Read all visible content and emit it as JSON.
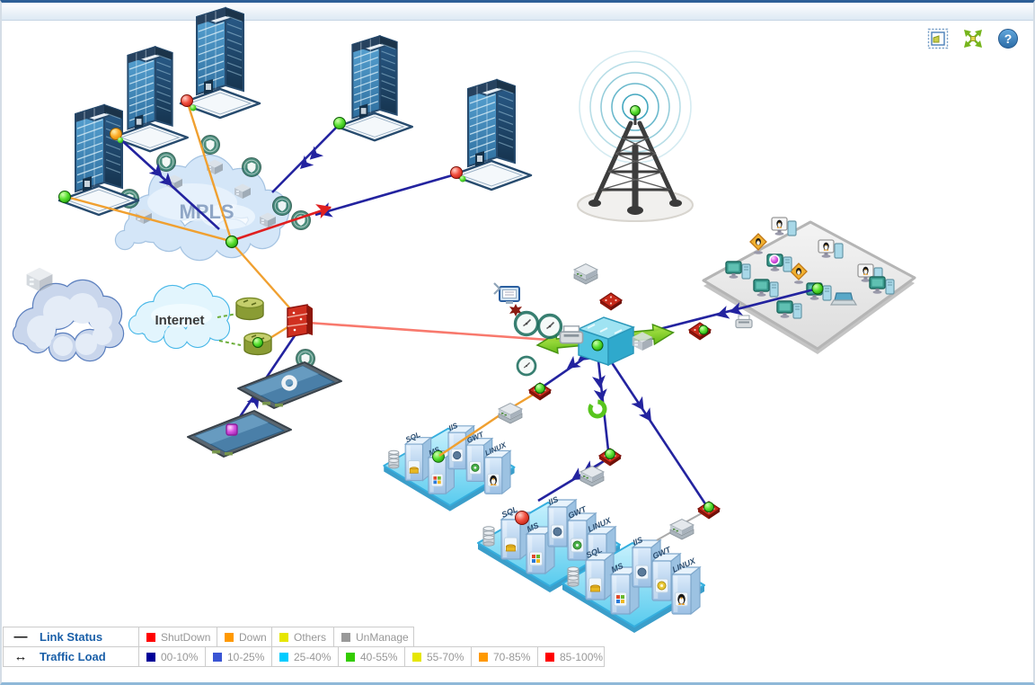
{
  "toolbar": {
    "icons": [
      {
        "name": "overview-map"
      },
      {
        "name": "fit-to-window"
      },
      {
        "name": "help"
      }
    ],
    "help_glyph": "?"
  },
  "map": {
    "mpls_label": "MPLS",
    "internet_label": "Internet",
    "server_platforms": [
      {
        "servers": [
          "SQL",
          "MS",
          "IIS",
          "GWT",
          "LINUX"
        ]
      },
      {
        "servers": [
          "SQL",
          "MS",
          "IIS",
          "GWT",
          "LINUX"
        ]
      },
      {
        "servers": [
          "SQL",
          "MS",
          "IIS",
          "GWT",
          "LINUX"
        ]
      }
    ],
    "link_colors": {
      "traffic_low_navy": "#23239f",
      "down_orange": "#f0a030",
      "shutdown_salmon": "#f8796d",
      "high_red": "#e02020",
      "unmanaged_gray": "#aaaaaa",
      "wireless_dashed_green": "#6cae3a"
    },
    "status_colors": {
      "clear_green": "#2ecc1f",
      "attention_orange": "#ffaa00",
      "critical_red": "#e02020",
      "maintenance_purple": "#c83ad0"
    }
  },
  "legend": {
    "link_status": {
      "icon": "—",
      "title": "Link Status",
      "items": [
        {
          "label": "ShutDown",
          "color": "#ff0000"
        },
        {
          "label": "Down",
          "color": "#ff9900"
        },
        {
          "label": "Others",
          "color": "#e6e600"
        },
        {
          "label": "UnManage",
          "color": "#999999"
        }
      ]
    },
    "traffic_load": {
      "icon": "↔",
      "title": "Traffic Load",
      "items": [
        {
          "label": "00-10%",
          "color": "#000099"
        },
        {
          "label": "10-25%",
          "color": "#3a55d4"
        },
        {
          "label": "25-40%",
          "color": "#00ccff"
        },
        {
          "label": "40-55%",
          "color": "#33cc00"
        },
        {
          "label": "55-70%",
          "color": "#e6e600"
        },
        {
          "label": "70-85%",
          "color": "#ff9900"
        },
        {
          "label": "85-100%",
          "color": "#ff0000"
        }
      ]
    }
  }
}
